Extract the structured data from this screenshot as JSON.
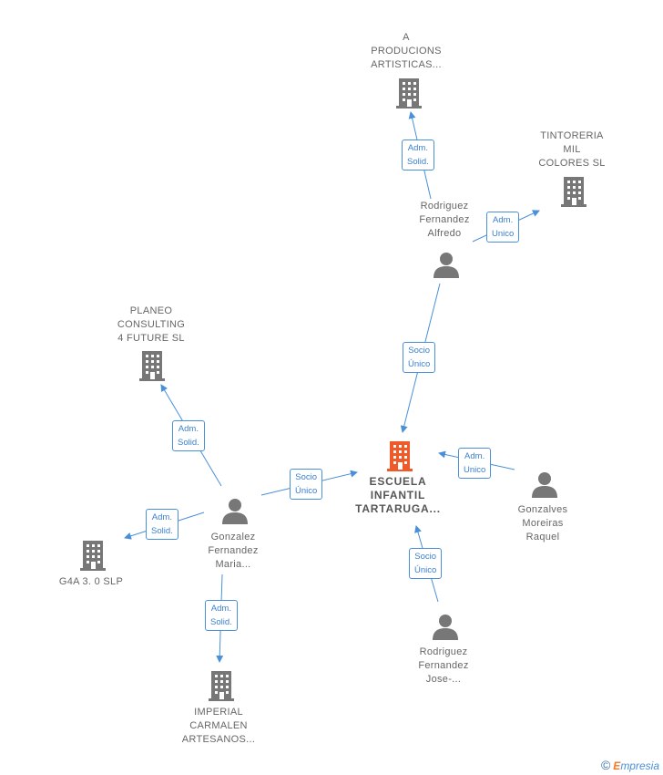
{
  "nodes": {
    "producions": {
      "label": "A\nPRODUCIONS\nARTISTICAS...",
      "type": "company"
    },
    "tintoreria": {
      "label": "TINTORERIA\nMIL\nCOLORES SL",
      "type": "company"
    },
    "rodriguez_alfredo": {
      "label": "Rodriguez\nFernandez\nAlfredo",
      "type": "person"
    },
    "planeo": {
      "label": "PLANEO\nCONSULTING\n4 FUTURE  SL",
      "type": "company"
    },
    "escuela": {
      "label": "ESCUELA\nINFANTIL\nTARTARUGA...",
      "type": "company-main"
    },
    "gonzalves": {
      "label": "Gonzalves\nMoreiras\nRaquel",
      "type": "person"
    },
    "gonzalez": {
      "label": "Gonzalez\nFernandez\nMaria...",
      "type": "person"
    },
    "g4a": {
      "label": "G4A 3. 0  SLP",
      "type": "company"
    },
    "rodriguez_jose": {
      "label": "Rodriguez\nFernandez\nJose-...",
      "type": "person"
    },
    "imperial": {
      "label": "IMPERIAL\nCARMALEN\nARTESANOS...",
      "type": "company"
    }
  },
  "edges": {
    "e1": "Adm.\nSolid.",
    "e2": "Adm.\nUnico",
    "e3": "Socio\nÚnico",
    "e4": "Adm.\nSolid.",
    "e5": "Socio\nÚnico",
    "e6": "Adm.\nUnico",
    "e7": "Adm.\nSolid.",
    "e8": "Socio\nÚnico",
    "e9": "Adm.\nSolid."
  },
  "colors": {
    "edge": "#4a90d9",
    "company": "#777777",
    "main": "#f05a28",
    "person": "#777777"
  },
  "footer": {
    "copyright": "©",
    "brand_first": "E",
    "brand_rest": "mpresia"
  }
}
